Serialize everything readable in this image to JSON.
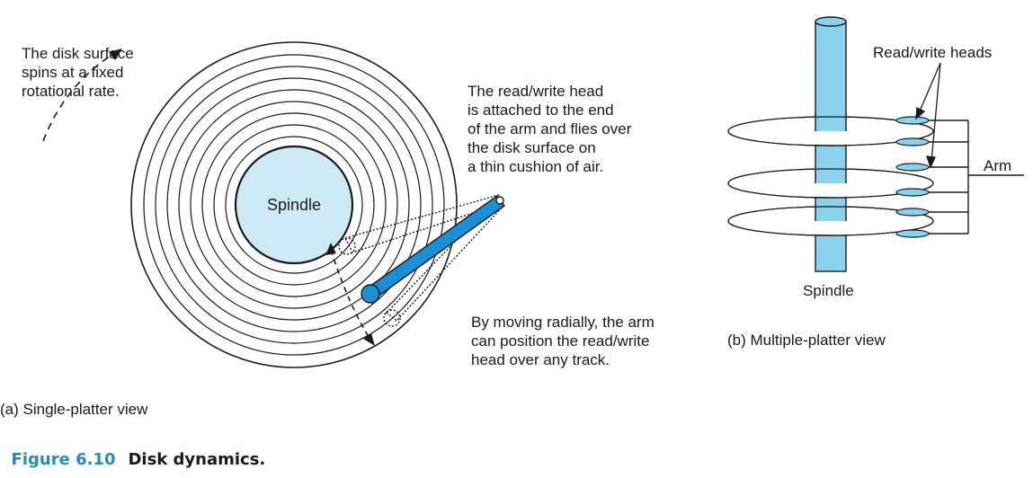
{
  "panel_a": {
    "spin_note": "The disk surface\nspins at a fixed\nrotational rate.",
    "spindle_label": "Spindle",
    "head_note": "The read/write head\nis attached to the end\nof the arm and flies over\nthe disk surface on\na thin cushion of air.",
    "move_note": "By moving radially, the arm\ncan position the read/write\nhead over any track.",
    "caption": "(a) Single-platter view"
  },
  "panel_b": {
    "heads_label": "Read/write heads",
    "arm_label": "Arm",
    "spindle_label": "Spindle",
    "caption": "(b) Multiple-platter view"
  },
  "figure": {
    "number": "Figure 6.10",
    "title": "Disk dynamics."
  },
  "colors": {
    "accent_blue": "#1a8fd6",
    "spindle_fill": "#cfeaf7",
    "spindle_b_fill": "#8ad2ee",
    "caption_blue": "#2a8ab3"
  }
}
